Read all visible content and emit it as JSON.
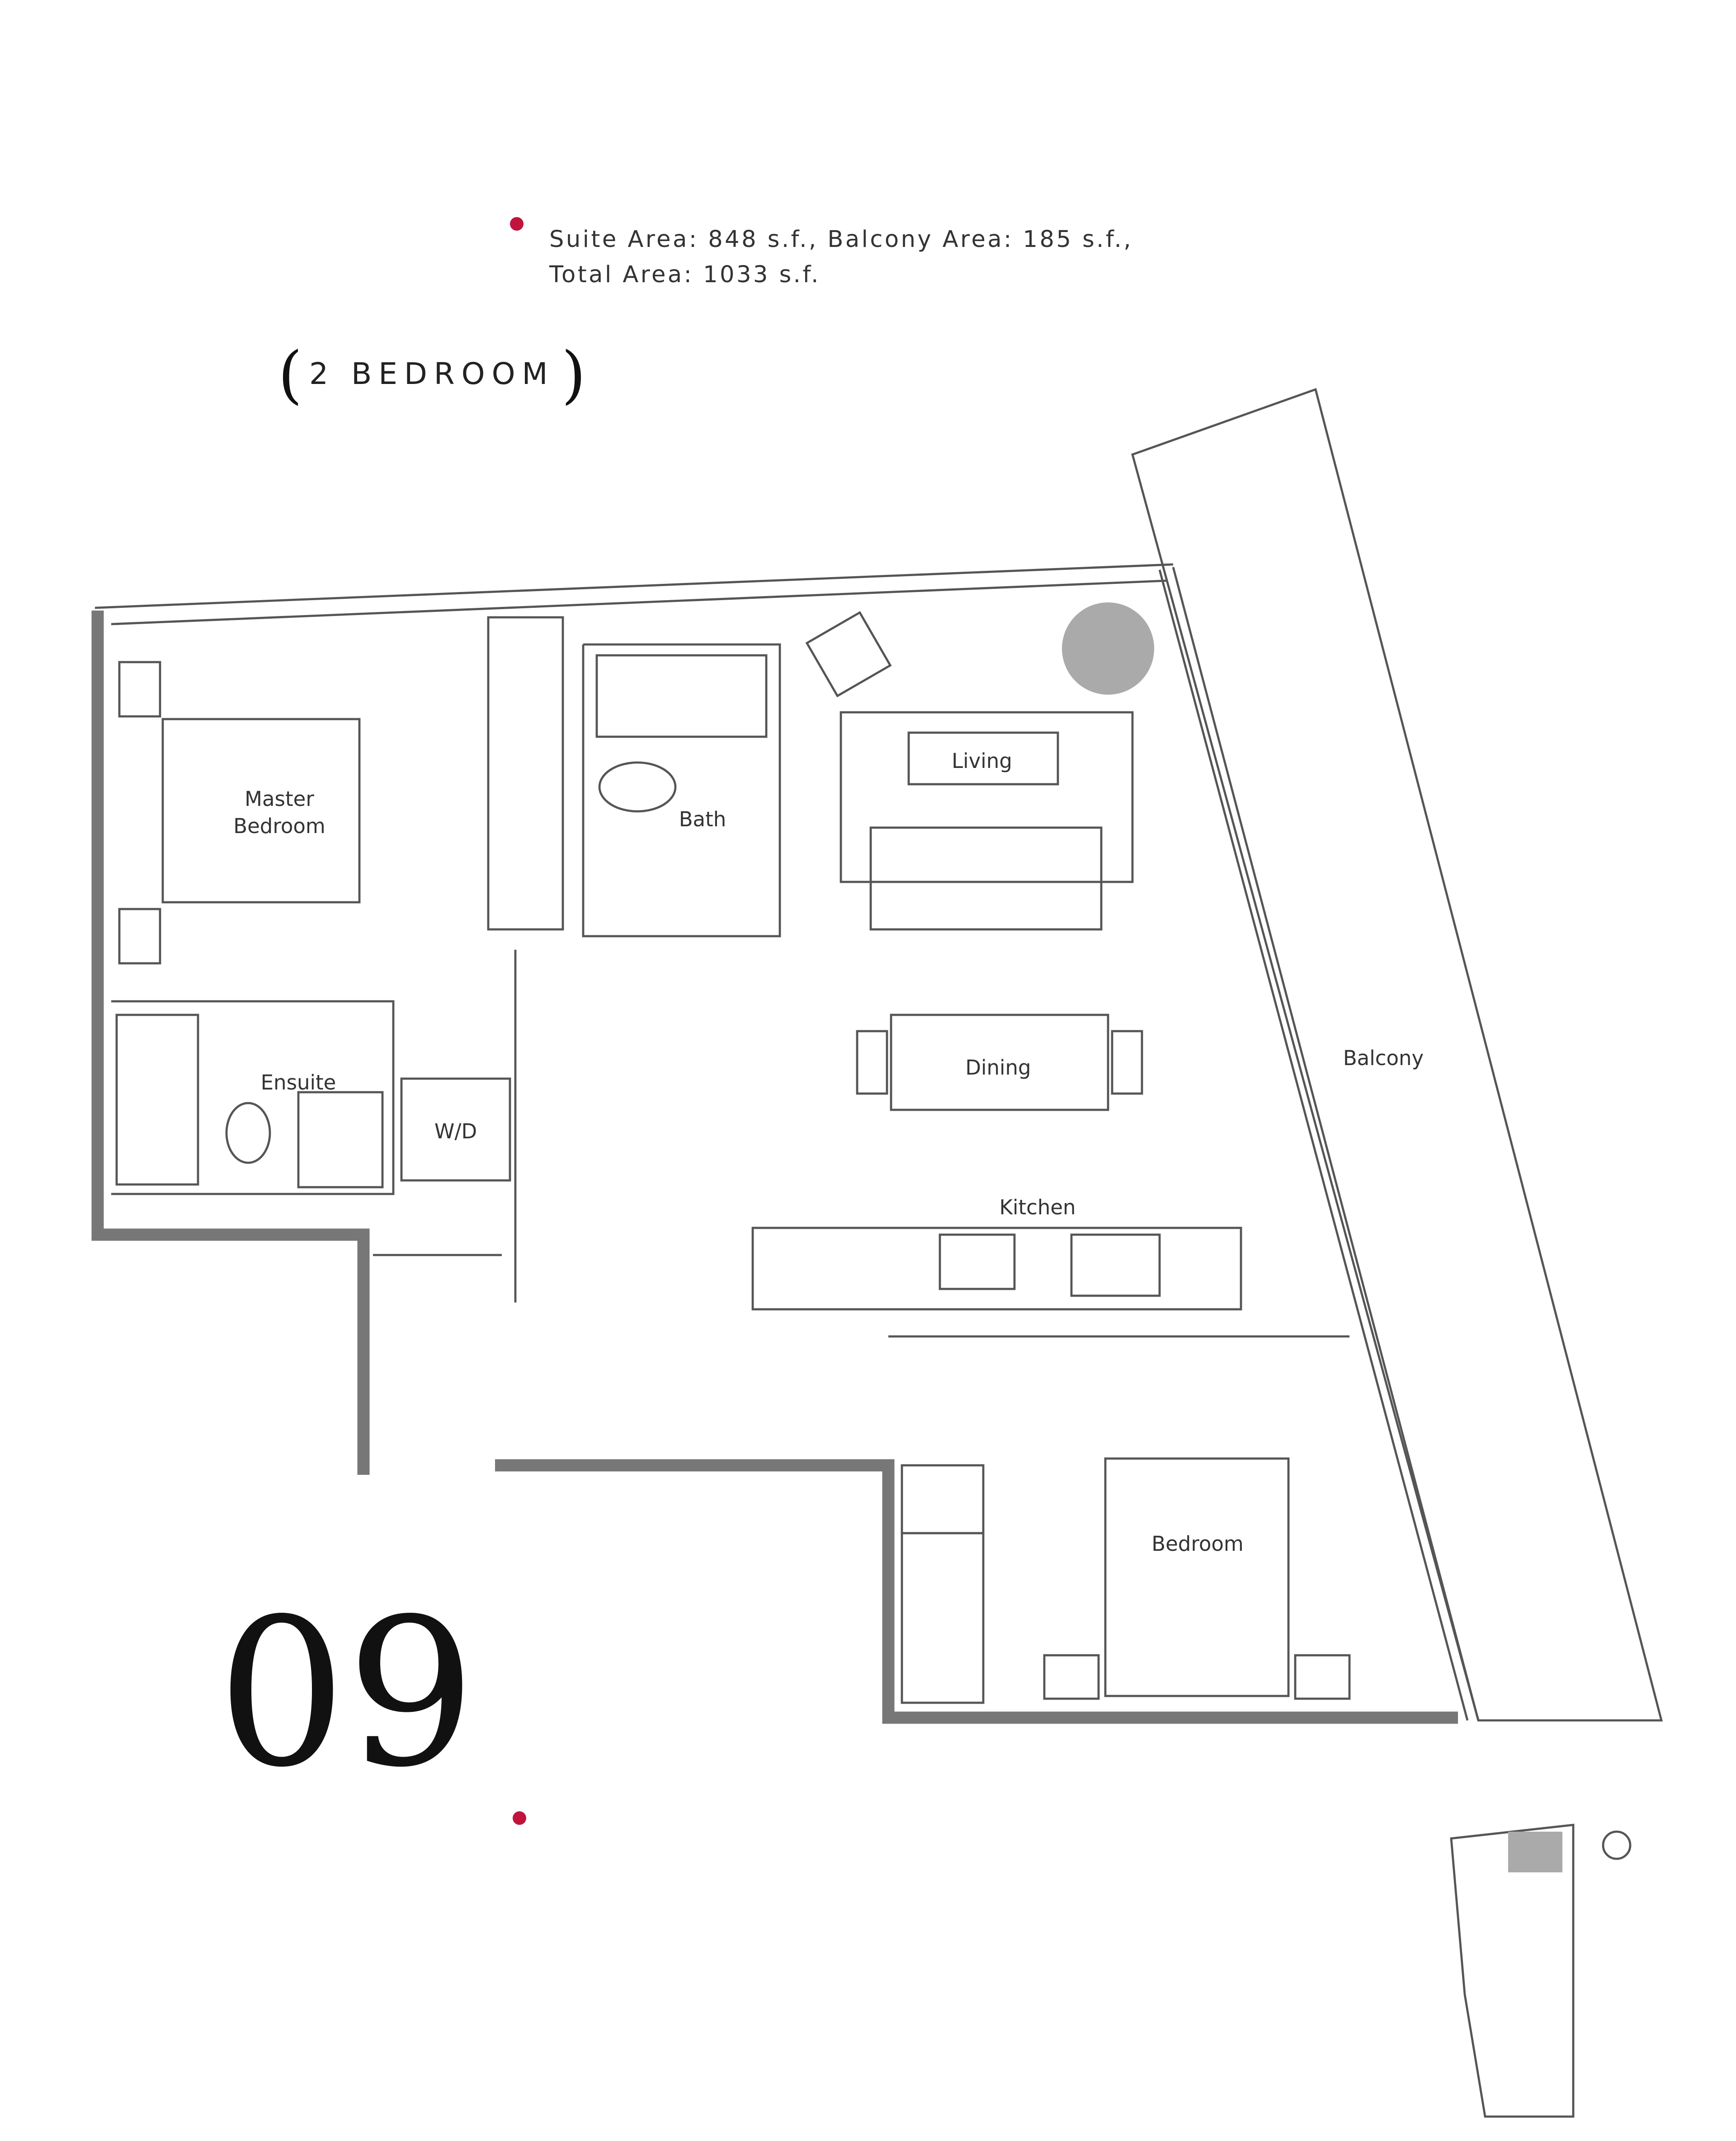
{
  "info": {
    "line1": "Suite Area: 848 s.f., Balcony Area: 185 s.f.,",
    "line2": "Total Area: 1033 s.f.",
    "marker_color": "#c0143c"
  },
  "unit_type": "2 BEDROOM",
  "unit_number": "09",
  "rooms": {
    "master_bedroom_1": "Master",
    "master_bedroom_2": "Bedroom",
    "bath": "Bath",
    "living": "Living",
    "ensuite": "Ensuite",
    "wd": "W/D",
    "dining": "Dining",
    "balcony": "Balcony",
    "kitchen": "Kitchen",
    "bedroom": "Bedroom"
  },
  "colors": {
    "accent": "#c0143c",
    "wall": "#777777",
    "line": "#555555"
  }
}
